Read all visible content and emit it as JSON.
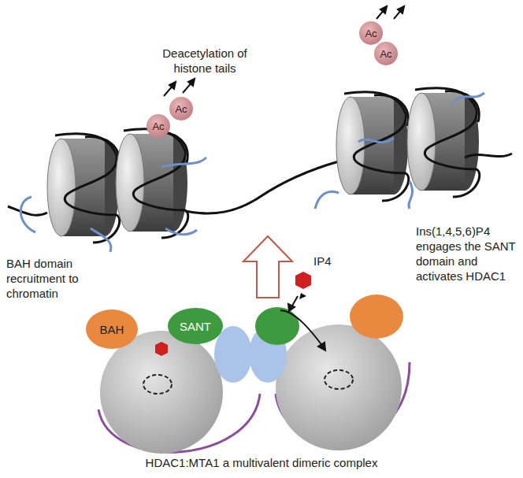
{
  "diagram": {
    "caption": "HDAC1:MTA1 a multivalent dimeric complex",
    "nodes": [
      {
        "text": [
          "Ac"
        ]
      },
      {
        "text": [
          "Ac"
        ]
      },
      {
        "text": [
          "Ac"
        ]
      },
      {
        "text": [
          "Ac"
        ]
      },
      {
        "text": [
          "BAH"
        ]
      },
      {
        "text": [
          "SANT"
        ]
      }
    ],
    "labels": [
      "Deacetylation of histone tails",
      "BAH domain recruitment to chromatin",
      "Ins(1,4,5,6)P4 engages the SANT domain and activates HDAC1",
      "IP4"
    ]
  }
}
